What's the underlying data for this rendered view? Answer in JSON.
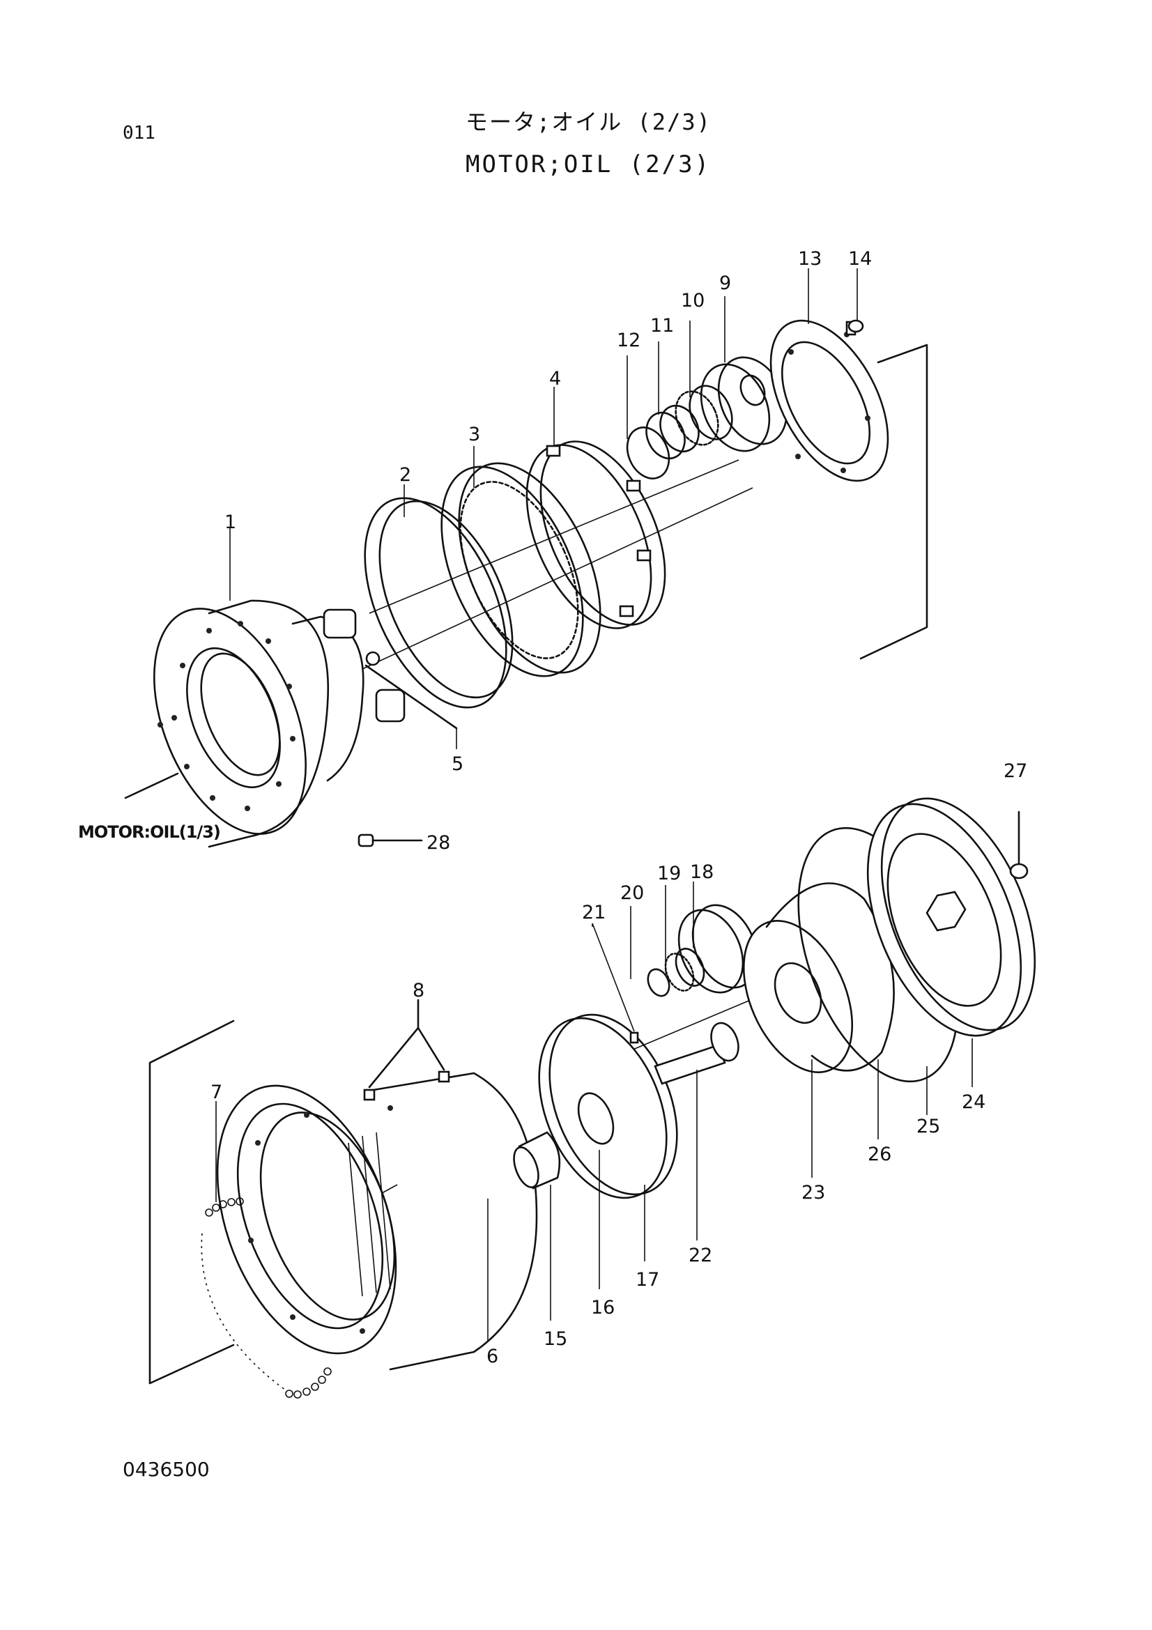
{
  "header": {
    "page_number": "011",
    "title_jp": "モータ;オイル (2/3)",
    "title_en": "MOTOR;OIL (2/3)"
  },
  "reference_note": "MOTOR:OIL(1/3)",
  "document_number": "0436500",
  "callouts": [
    "1",
    "2",
    "3",
    "4",
    "5",
    "6",
    "7",
    "8",
    "9",
    "10",
    "11",
    "12",
    "13",
    "14",
    "15",
    "16",
    "17",
    "18",
    "19",
    "20",
    "21",
    "22",
    "23",
    "24",
    "25",
    "26",
    "27",
    "28"
  ]
}
